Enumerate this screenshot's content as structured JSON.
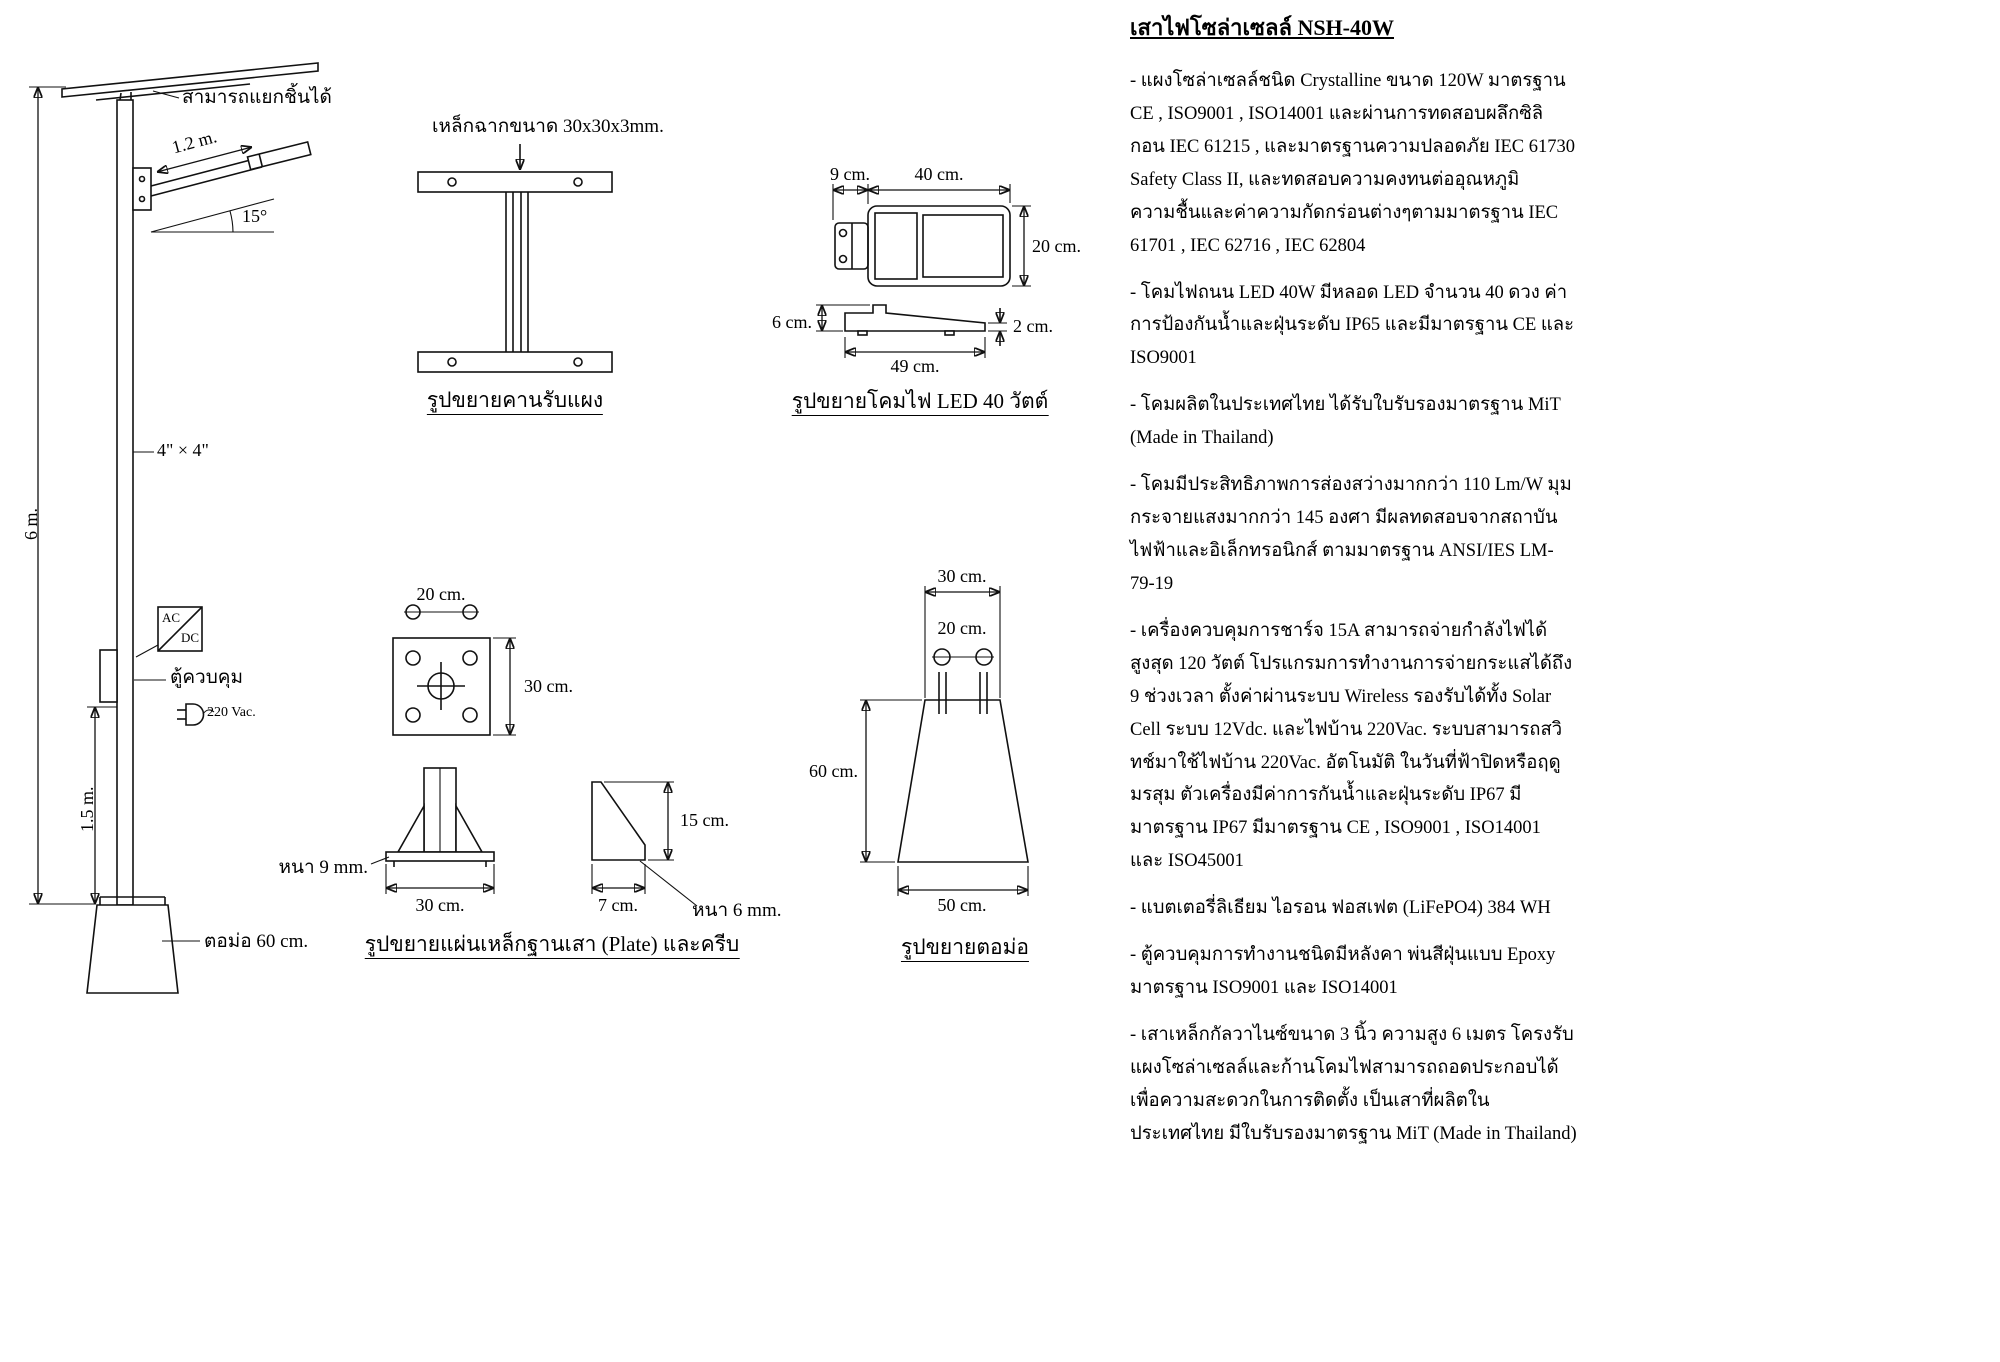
{
  "title": "เสาไฟโซล่าเซลล์ NSH-40W",
  "specs": [
    "- แผงโซล่าเซลล์ชนิด Crystalline ขนาด 120W มาตรฐาน CE , ISO9001 , ISO14001 และผ่านการทดสอบผลึกซิลิกอน IEC 61215 , และมาตรฐานความปลอดภัย IEC 61730 Safety Class II, และทดสอบความคงทนต่ออุณหภูมิ ความชื้นและค่าความกัดกร่อนต่างๆตามมาตรฐาน IEC 61701 , IEC 62716 , IEC 62804",
    "- โคมไฟถนน LED 40W มีหลอด LED จำนวน 40 ดวง ค่าการป้องกันน้ำและฝุ่นระดับ IP65 และมีมาตรฐาน CE และ ISO9001",
    "- โคมผลิตในประเทศไทย ได้รับใบรับรองมาตรฐาน MiT (Made in Thailand)",
    "- โคมมีประสิทธิภาพการส่องสว่างมากกว่า 110 Lm/W มุมกระจายแสงมากกว่า 145 องศา มีผลทดสอบจากสถาบันไฟฟ้าและอิเล็กทรอนิกส์ ตามมาตรฐาน ANSI/IES LM-79-19",
    "- เครื่องควบคุมการชาร์จ 15A สามารถจ่ายกำลังไฟได้สูงสุด 120 วัตต์ โปรแกรมการทำงานการจ่ายกระแสได้ถึง 9 ช่วงเวลา ตั้งค่าผ่านระบบ Wireless รองรับได้ทั้ง Solar Cell ระบบ 12Vdc. และไฟบ้าน 220Vac. ระบบสามารถสวิทช์มาใช้ไฟบ้าน 220Vac. อัตโนมัติ ในวันที่ฟ้าปิดหรือฤดูมรสุม ตัวเครื่องมีค่าการกันน้ำและฝุ่นระดับ IP67 มีมาตรฐาน IP67 มีมาตรฐาน CE , ISO9001 , ISO14001 และ ISO45001",
    "- แบตเตอรี่ลิเธียม ไอรอน ฟอสเฟต (LiFePO4) 384 WH",
    "- ตู้ควบคุมการทำงานชนิดมีหลังคา พ่นสีฝุ่นแบบ Epoxy มาตรฐาน ISO9001 และ ISO14001",
    "- เสาเหล็กกัลวาไนซ์ขนาด 3 นิ้ว ความสูง 6 เมตร โครงรับแผงโซล่าเซลล์และก้านโคมไฟสามารถถอดประกอบได้เพื่อความสะดวกในการติดตั้ง เป็นเสาที่ผลิตในประเทศไทย มีใบรับรองมาตรฐาน MiT (Made in Thailand)"
  ],
  "pole": {
    "detachable": "สามารถแยกชิ้นได้",
    "arm_length": "1.2 m.",
    "tilt": "15°",
    "pole_size": "4\" × 4\"",
    "height": "6 m.",
    "ac": "AC",
    "dc": "DC",
    "control_box": "ตู้ควบคุม",
    "voltage": "220 Vac.",
    "lower_height": "1.5 m.",
    "foundation": "ตอม่อ 60 cm."
  },
  "beam": {
    "note": "เหล็กฉากขนาด 30x30x3mm.",
    "caption": "รูปขยายคานรับแผง"
  },
  "lamp": {
    "w_bracket": "9 cm.",
    "w_body": "40 cm.",
    "h_body": "20 cm.",
    "h_side": "6 cm.",
    "h_tip": "2 cm.",
    "len": "49 cm.",
    "caption": "รูปขยายโคมไฟ LED 40 วัตต์"
  },
  "plate": {
    "hole_span": "20 cm.",
    "size": "30 cm.",
    "thick": "หนา 9 mm.",
    "width": "30 cm.",
    "rib_h": "15 cm.",
    "rib_w": "7 cm.",
    "rib_thick": "หนา 6 mm.",
    "caption": "รูปขยายแผ่นเหล็กฐานเสา (Plate) และครีบ"
  },
  "pier": {
    "top": "30 cm.",
    "bolts": "20 cm.",
    "height": "60 cm.",
    "bottom": "50 cm.",
    "caption": "รูปขยายตอม่อ"
  }
}
